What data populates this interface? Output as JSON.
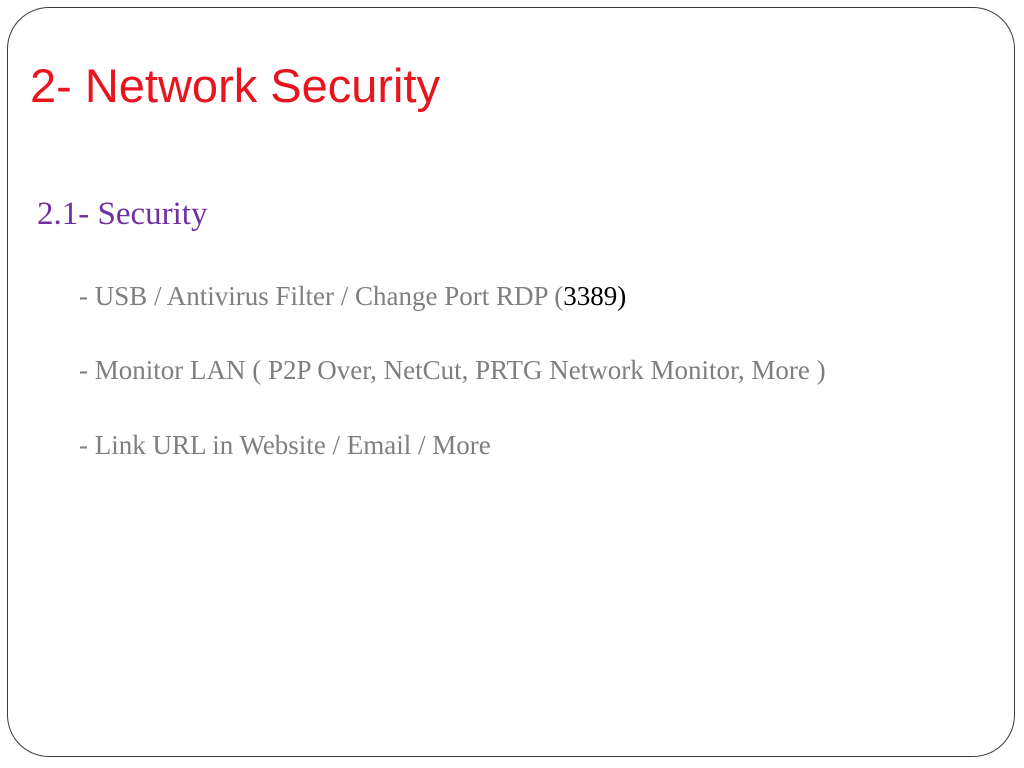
{
  "colors": {
    "title": "#e8141e",
    "subheading": "#7030a0",
    "bullet_text": "#7f7f7f",
    "highlight": "#000000",
    "border": "#3a3a3a",
    "background": "#ffffff"
  },
  "slide": {
    "title": "2- Network Security",
    "subheading": "2.1-  Security",
    "bullets": [
      {
        "text": "- USB / Antivirus Filter / Change Port RDP (",
        "highlight": "3389)"
      },
      {
        "text": "- Monitor LAN ( P2P Over, NetCut, PRTG Network Monitor, More )"
      },
      {
        "text": "- Link URL in Website / Email / More"
      }
    ]
  }
}
